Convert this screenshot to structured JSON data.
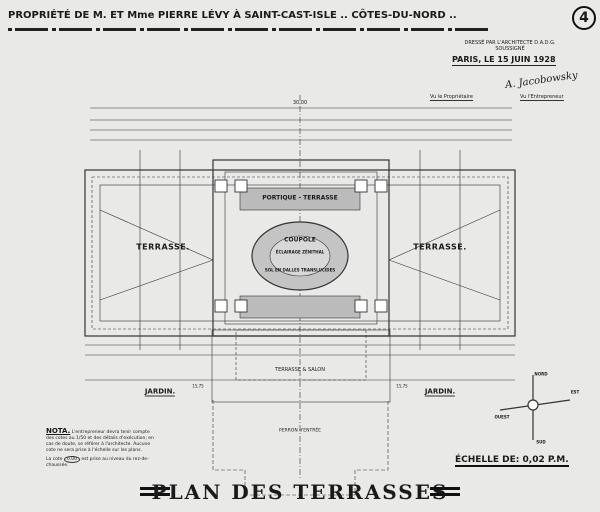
{
  "header": {
    "title": "PROPRIÉTÉ DE M. ET Mme PIERRE LÉVY À SAINT-CAST-ISLE .. CÔTES-DU-NORD ..",
    "sheet_number": "4",
    "architect": "DRESSÉ PAR L'ARCHITECTE D.A.D.G.",
    "architect_sub": "SOUSSIGNÉ",
    "date": "PARIS, LE 15 JUIN 1928",
    "signature": "A. Jacobowsky",
    "approval_owner": "Vu le Propriétaire",
    "approval_contractor": "Vu l'Entrepreneur"
  },
  "plan": {
    "terrace_left": "TERRASSE.",
    "terrace_right": "TERRASSE.",
    "portico": "PORTIQUE - TERRASSE",
    "dome": "COUPOLE",
    "dome_sub": "ÉCLAIRAGE ZÉNITHAL",
    "dome_floor": "SOL EN DALLES TRANSLUCIDES",
    "terrace_salon": "TERRASSE & SALON",
    "garden_left": "JARDIN.",
    "garden_right": "JARDIN.",
    "entrance": "PERRON d'ENTRÉE",
    "dim_top": "30,00",
    "dim_left": "15,75",
    "dim_right": "15,75"
  },
  "compass": {
    "north": "NORD",
    "south": "SUD",
    "east": "EST",
    "west": "OUEST"
  },
  "notes": {
    "nota_label": "NOTA.",
    "nota_text": "L'entrepreneur devra tenir compte des cotes au 1/50 et des détails d'exécution; en cas de doute, se référer à l'architecte. Aucune cote ne sera prise à l'échelle sur les plans.",
    "level_label": "La cote",
    "level_value": "0,00",
    "level_text": "est prise au niveau du rez-de-chaussée."
  },
  "footer": {
    "scale": "ÉCHELLE DE: 0,02 P.M.",
    "sheet_title": "PLAN DES TERRASSES"
  }
}
